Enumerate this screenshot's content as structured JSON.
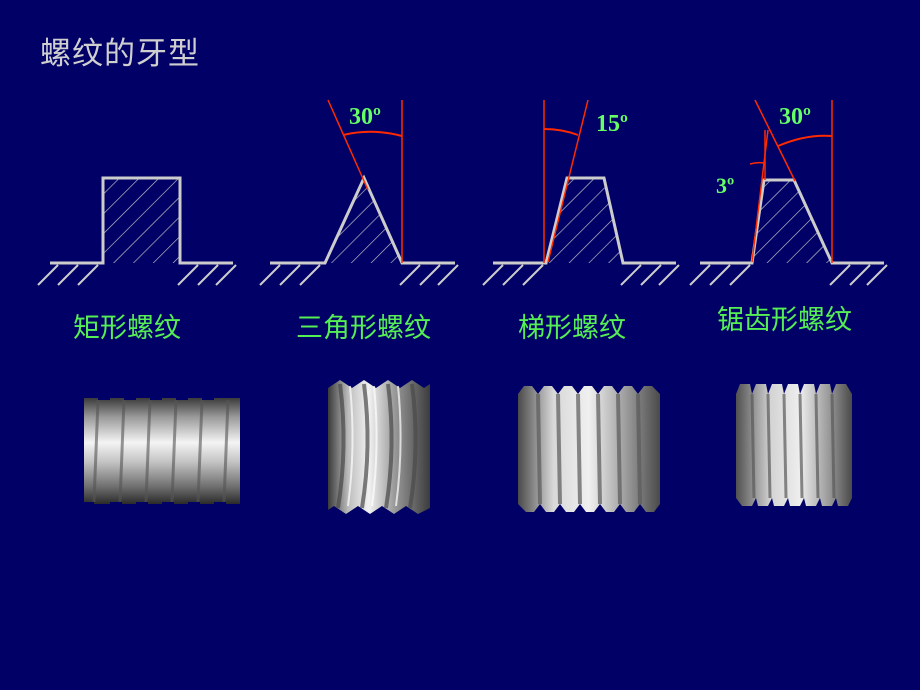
{
  "title": "螺纹的牙型",
  "profiles": [
    {
      "name": "矩形螺纹",
      "angles": []
    },
    {
      "name": "三角形螺纹",
      "angles": [
        "30º"
      ]
    },
    {
      "name": "梯形螺纹",
      "angles": [
        "15º"
      ]
    },
    {
      "name": "锯齿形螺纹",
      "angles": [
        "30º",
        "3º"
      ]
    }
  ],
  "colors": {
    "background": "#000066",
    "title": "#cfcfcf",
    "label": "#55ee55",
    "outline": "#cccccc",
    "angle_line": "#ff2a00"
  }
}
